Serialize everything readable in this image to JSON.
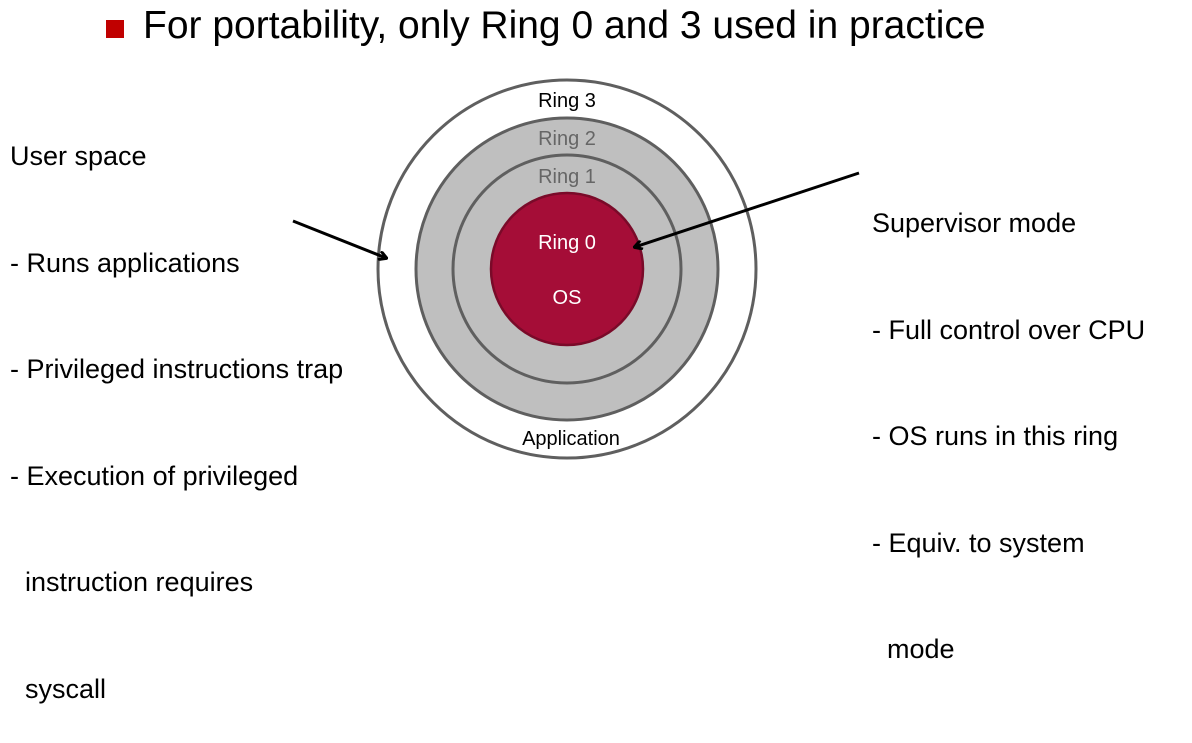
{
  "title": {
    "bullet_color": "#c00000",
    "text": "For portability, only Ring 0 and 3 used in practice"
  },
  "left_text": {
    "heading": "User space",
    "lines": [
      "- Runs applications",
      "- Privileged instructions trap",
      "- Execution of privileged",
      "  instruction requires",
      "  syscall"
    ]
  },
  "right_text": {
    "heading": "Supervisor mode",
    "lines": [
      "- Full control over CPU",
      "- OS runs in this ring",
      "- Equiv. to system",
      "  mode"
    ]
  },
  "diagram": {
    "rings": [
      {
        "name": "Ring 3",
        "label": "Ring 3",
        "fill": "#ffffff",
        "label_color": "#000000"
      },
      {
        "name": "Ring 2",
        "label": "Ring 2",
        "fill": "#bfbfbf",
        "label_color": "#666666"
      },
      {
        "name": "Ring 1",
        "label": "Ring 1",
        "fill": "#bfbfbf",
        "label_color": "#666666"
      },
      {
        "name": "Ring 0",
        "label": "Ring 0",
        "fill": "#a50d37",
        "label_color": "#ffffff"
      }
    ],
    "ring_stroke": "#5f5f5f",
    "core_stroke": "#7a0a29",
    "core_sub_label": "OS",
    "outer_bottom_label": "Application"
  }
}
